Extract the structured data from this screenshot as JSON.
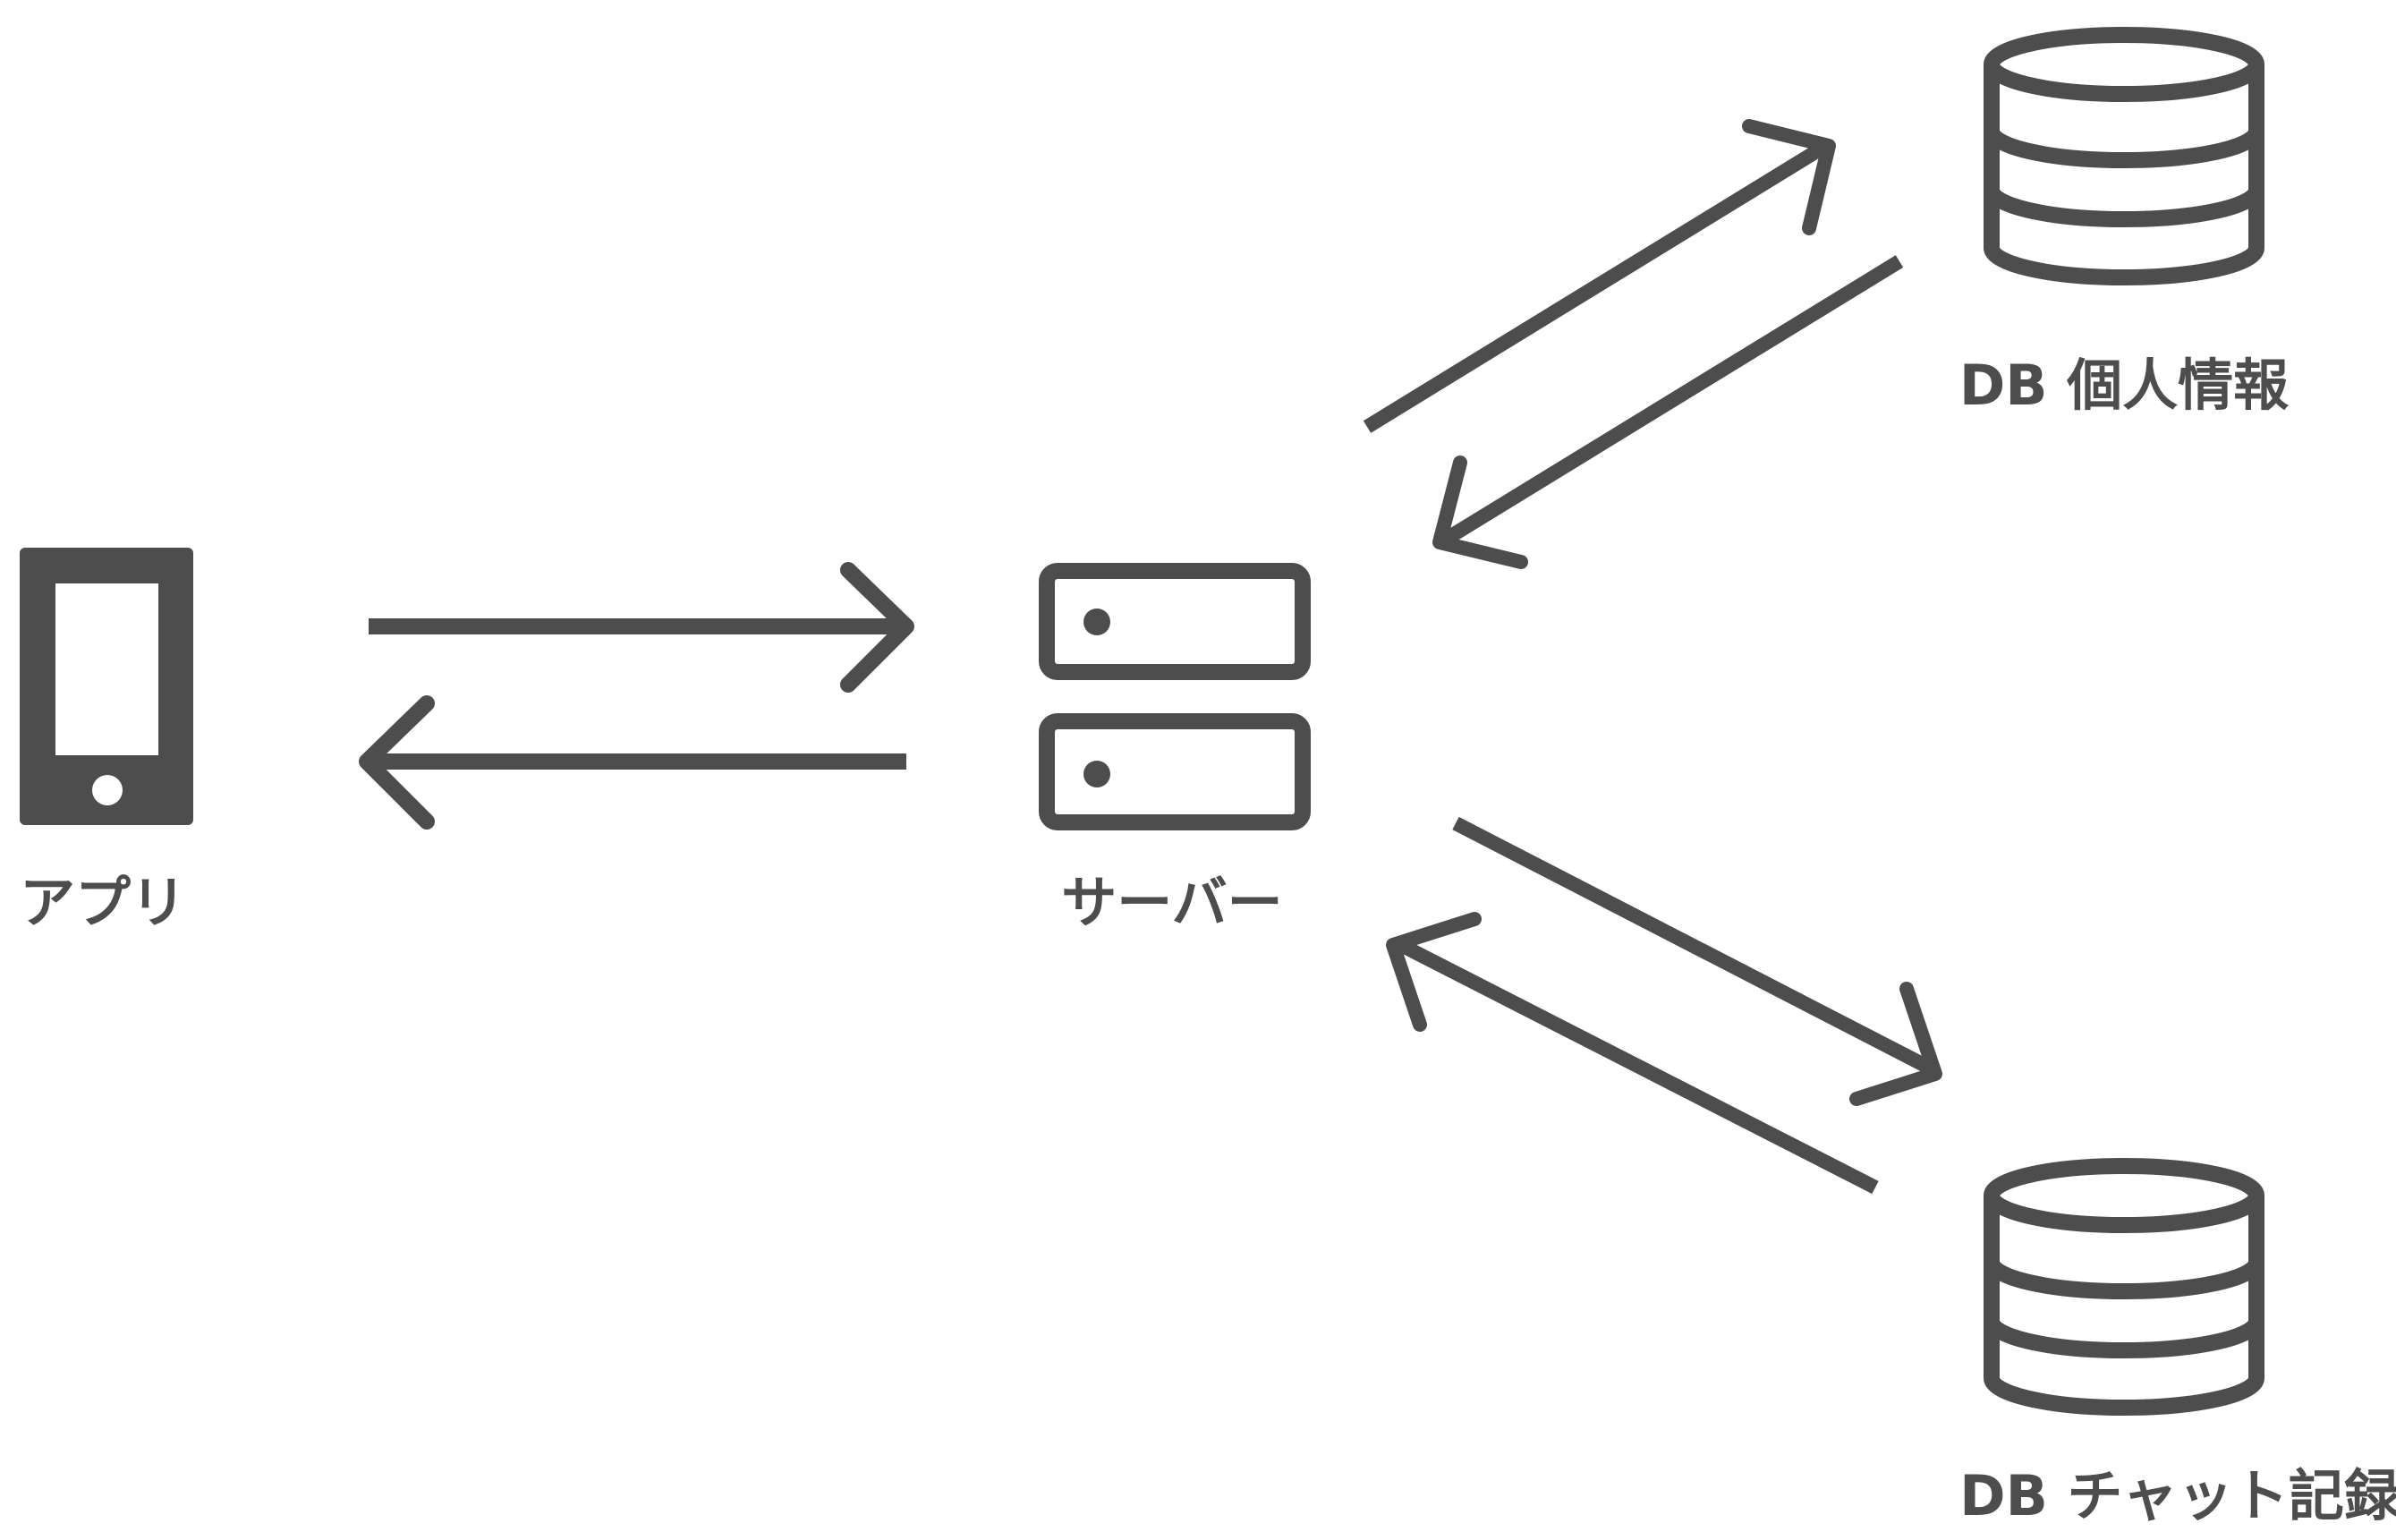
{
  "diagram": {
    "stroke_color": "#4d4d4d",
    "background": "#ffffff",
    "nodes": {
      "app": {
        "label": "アプリ",
        "icon": "smartphone-icon"
      },
      "server": {
        "label": "サーバー",
        "icon": "server-icon"
      },
      "db_personal": {
        "label": "DB 個人情報",
        "icon": "database-icon"
      },
      "db_chat": {
        "label": "DB チャット記録",
        "icon": "database-icon"
      }
    },
    "edges": [
      {
        "from": "app",
        "to": "server"
      },
      {
        "from": "server",
        "to": "app"
      },
      {
        "from": "server",
        "to": "db_personal"
      },
      {
        "from": "db_personal",
        "to": "server"
      },
      {
        "from": "server",
        "to": "db_chat"
      },
      {
        "from": "db_chat",
        "to": "server"
      }
    ]
  }
}
